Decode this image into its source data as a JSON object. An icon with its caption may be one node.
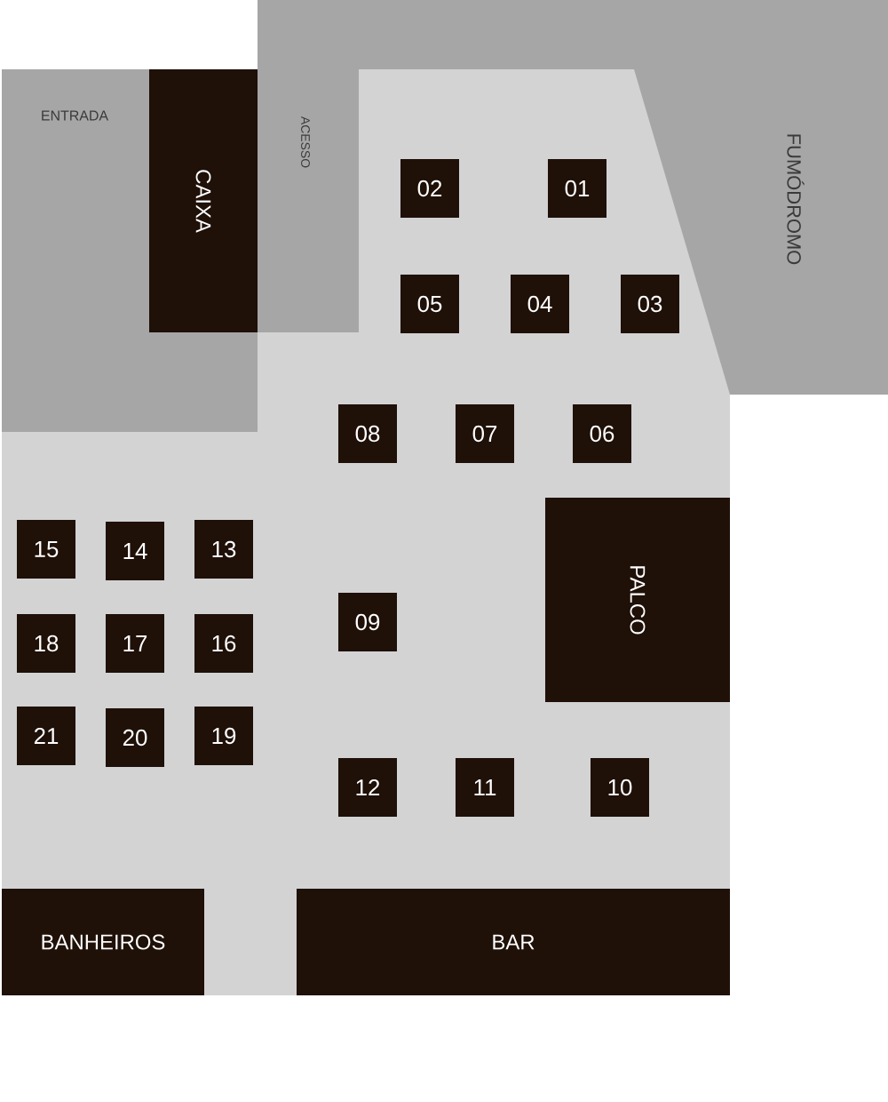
{
  "diagram": {
    "nodes": [
      {
        "text": [
          "ENTRADA"
        ]
      },
      {
        "text": [
          "CAIXA"
        ],
        "in": 0
      },
      {
        "text": [
          "ACESSO"
        ]
      },
      {
        "text": [
          "FUMÓDROMO"
        ]
      },
      {
        "text": [
          "01"
        ]
      },
      {
        "text": [
          "02"
        ]
      },
      {
        "text": [
          "03"
        ]
      },
      {
        "text": [
          "04"
        ]
      },
      {
        "text": [
          "05"
        ]
      },
      {
        "text": [
          "06"
        ]
      },
      {
        "text": [
          "07"
        ]
      },
      {
        "text": [
          "08"
        ]
      },
      {
        "text": [
          "09"
        ]
      },
      {
        "text": [
          "10"
        ]
      },
      {
        "text": [
          "11"
        ]
      },
      {
        "text": [
          "12"
        ]
      },
      {
        "text": [
          "13"
        ]
      },
      {
        "text": [
          "14"
        ]
      },
      {
        "text": [
          "15"
        ]
      },
      {
        "text": [
          "16"
        ]
      },
      {
        "text": [
          "17"
        ]
      },
      {
        "text": [
          "18"
        ]
      },
      {
        "text": [
          "19"
        ]
      },
      {
        "text": [
          "20"
        ]
      },
      {
        "text": [
          "21"
        ]
      },
      {
        "text": [
          "PALCO"
        ]
      },
      {
        "text": [
          "BANHEIROS"
        ]
      },
      {
        "text": [
          "BAR"
        ]
      }
    ]
  }
}
